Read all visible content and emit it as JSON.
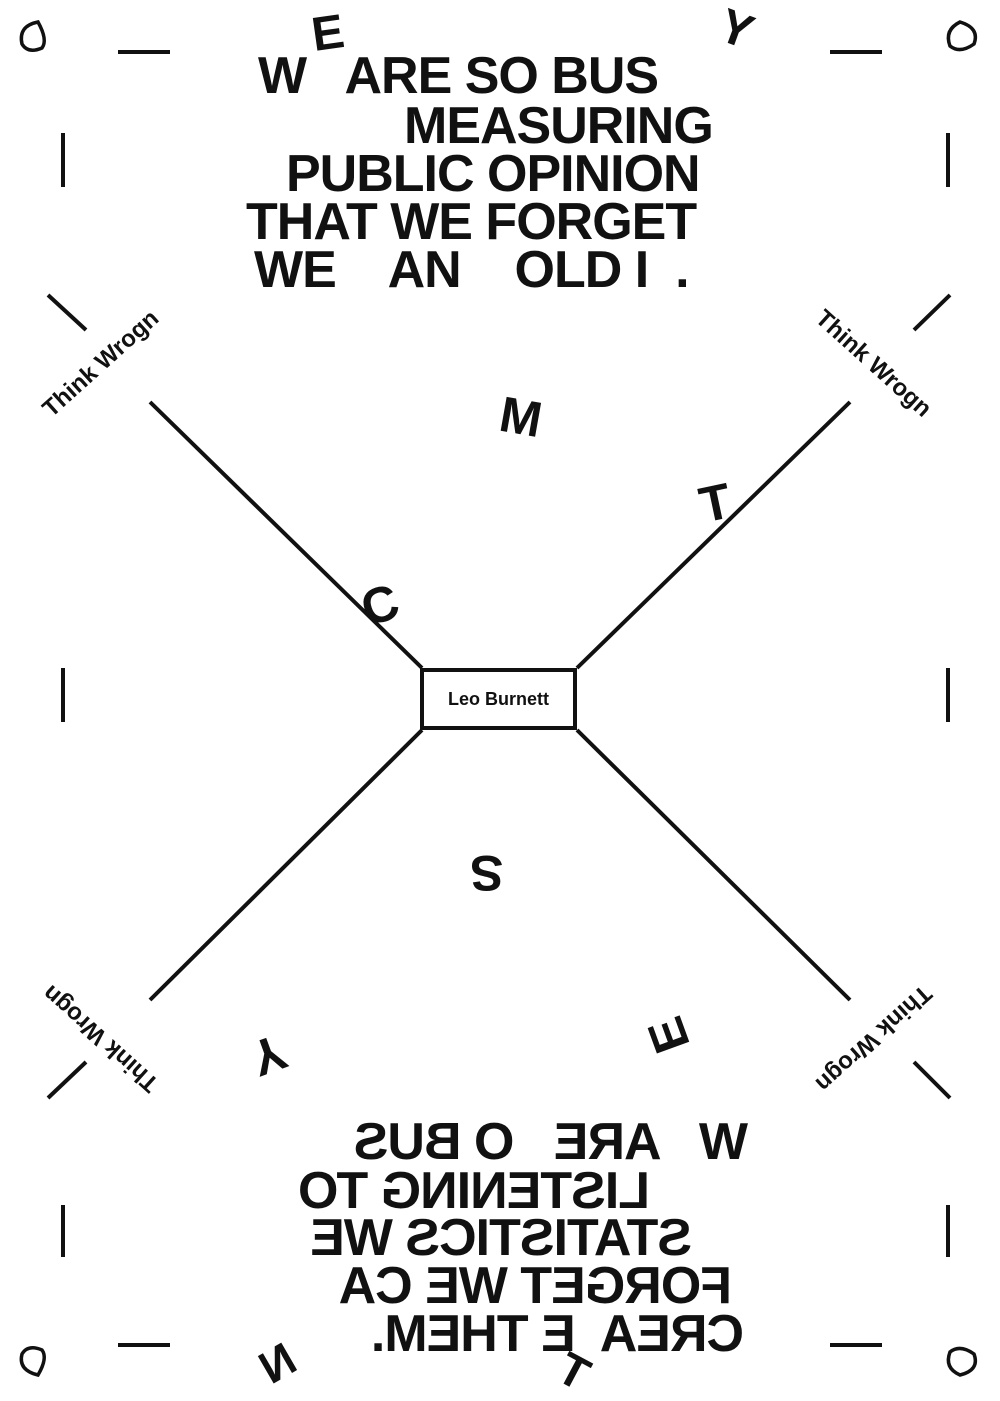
{
  "top_text": {
    "line1": "W   ARE SO BUS",
    "line2": "MEASURING",
    "line3": "PUBLIC OPINION",
    "line4": "THAT WE FORGET",
    "line5": "WE    AN    OLD I  .",
    "floating": {
      "e": "E",
      "y": "Y"
    }
  },
  "bottom_text": {
    "line1": "W   ARE   O BUS",
    "line2": "LISTENING TO",
    "line3": "STATISTICS WE",
    "line4": "FORGET WE CA",
    "line5": "CREA  E THEM.",
    "floating": {
      "n": "N",
      "t": "T"
    }
  },
  "center_label": "Leo Burnett",
  "corner_label": "Think Wrogn",
  "scattered_letters": {
    "m": "M",
    "t": "T",
    "c": "C",
    "s": "S",
    "e": "E",
    "y": "Y"
  }
}
